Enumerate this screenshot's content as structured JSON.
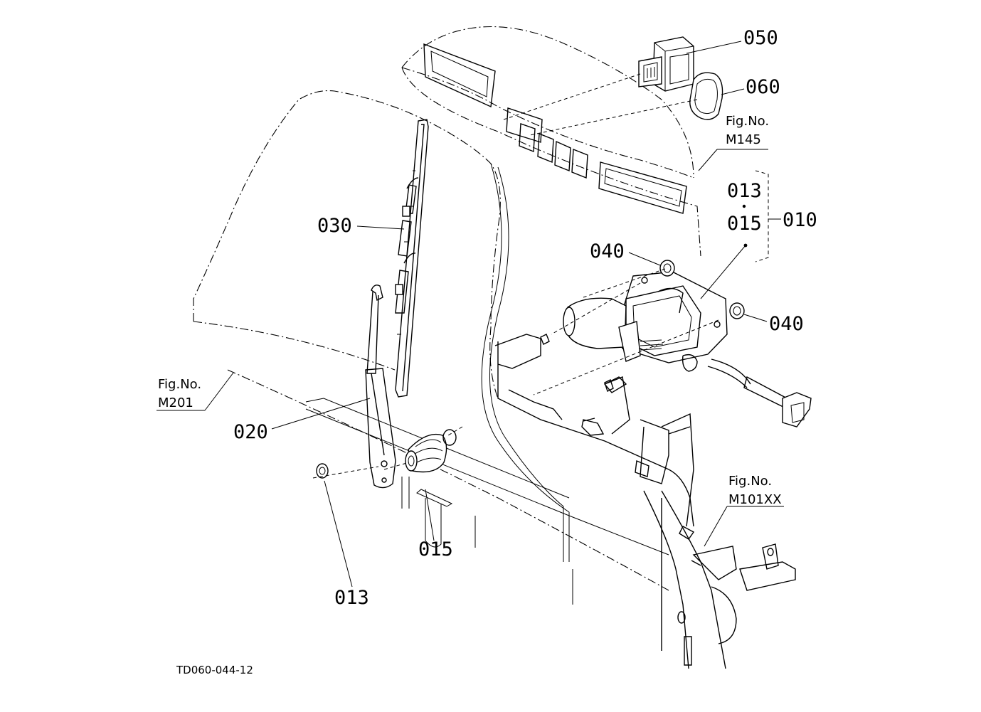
{
  "parts": {
    "p050": "050",
    "p060": "060",
    "p030": "030",
    "p013_group": "013",
    "p015_group": "015",
    "p010": "010",
    "p040_top": "040",
    "p040_right": "040",
    "p020": "020",
    "p015": "015",
    "p013": "013"
  },
  "figure_refs": {
    "m145": {
      "label": "Fig.No.",
      "number": "M145"
    },
    "m201": {
      "label": "Fig.No.",
      "number": "M201"
    },
    "m101xx": {
      "label": "Fig.No.",
      "number": "M101XX"
    }
  },
  "drawing_code": "TD060-044-12"
}
